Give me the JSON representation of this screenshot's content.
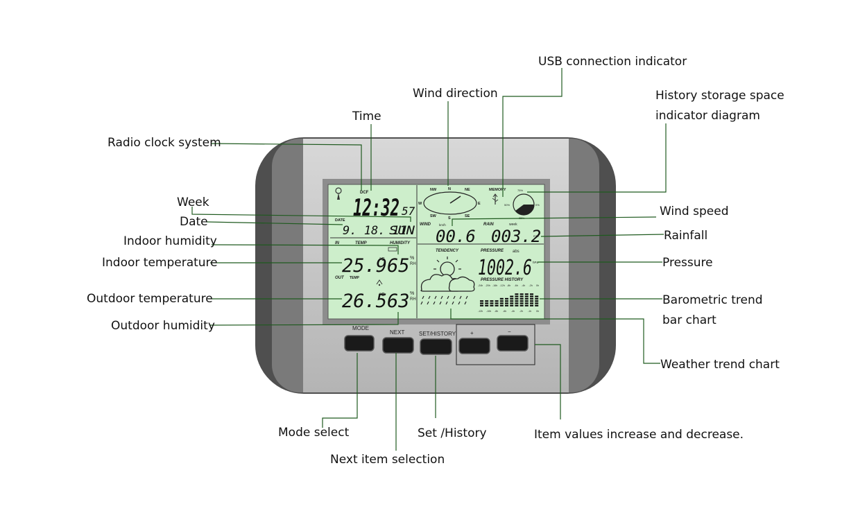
{
  "colors": {
    "leader": "#1f5a1f",
    "lcd": "#cdeecb",
    "housing_silver": "#c6c6c6",
    "housing_dark": "#5a5a5a",
    "button": "#1a1a1a"
  },
  "callouts": {
    "usb": "USB connection indicator",
    "wind_direction": "Wind direction",
    "time": "Time",
    "history_storage_1": "History storage space",
    "history_storage_2": "indicator diagram",
    "radio_clock": "Radio clock system",
    "week": "Week",
    "date": "Date",
    "indoor_humidity": "Indoor humidity",
    "indoor_temperature": "Indoor temperature",
    "outdoor_temperature": "Outdoor temperature",
    "outdoor_humidity": "Outdoor humidity",
    "wind_speed": "Wind speed",
    "rainfall": "Rainfall",
    "pressure": "Pressure",
    "baro_trend_1": "Barometric trend",
    "baro_trend_2": "bar chart",
    "weather_trend": "Weather trend chart",
    "mode_select": "Mode select",
    "next_item": "Next item selection",
    "set_history": "Set /History",
    "item_values": "Item values increase and decrease."
  },
  "lcd": {
    "dcf": "DCF",
    "time": "12:32",
    "seconds": "57",
    "date_label": "DATE",
    "date": "9. 18. 11",
    "weekday": "SUN",
    "in": "IN",
    "temp": "TEMP",
    "humidity": "HUMIDITY",
    "indoor_temp": "25.9",
    "indoor_hum": "65",
    "temp_unit": "°C",
    "pct": "%",
    "rh": "RH",
    "out": "OUT",
    "out_temp_label": "TEMP",
    "outdoor_temp": "26.5",
    "outdoor_hum": "63",
    "compass": [
      "NW",
      "N",
      "NE",
      "W",
      "E",
      "SW",
      "S",
      "SE"
    ],
    "memory": "MEMORY",
    "memory_ticks": [
      "75%",
      "50%",
      "0%",
      "25%"
    ],
    "wind": "WIND",
    "wind_unit": "km/h",
    "wind_speed": "00.6",
    "rain": "RAIN",
    "rain_period": "week",
    "rainfall": "003.2",
    "rain_unit": "mm",
    "tendency": "TENDENCY",
    "pressure_label": "PRESSURE",
    "abs": "abs",
    "pressure": "1002.6",
    "pressure_unit": "hPa",
    "pressure_history": "PRESSURE  HISTORY",
    "history_hours_top": [
      "-24h",
      "-20h",
      "-16h",
      "-12h",
      "-8h",
      "-6h",
      "-4h",
      "-2h",
      "0h"
    ],
    "history_hours_bottom": [
      "-12h",
      "-10h",
      "-8h",
      "-6h",
      "-4h",
      "-2h",
      "-1h",
      "0h"
    ]
  },
  "buttons": {
    "mode": "MODE",
    "next": "NEXT",
    "set_history": "SET/HISTORY",
    "plus": "+",
    "minus": "−"
  }
}
